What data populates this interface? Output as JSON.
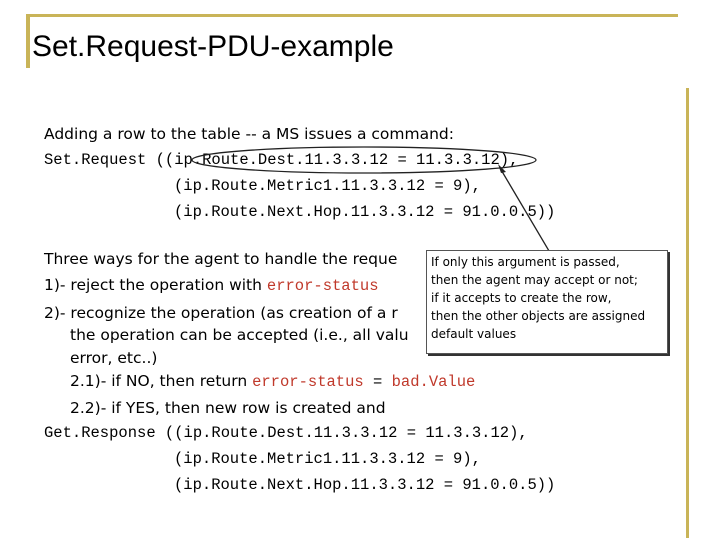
{
  "title": "Set.Request-PDU-example",
  "intro": "Adding a row to the table -- a MS issues a command:",
  "setrequest": {
    "line1": "Set.Request ((ip.Route.Dest.11.3.3.12 = 11.3.3.12),",
    "line2": "(ip.Route.Metric1.11.3.3.12 = 9),",
    "line3": "(ip.Route.Next.Hop.11.3.3.12 = 91.0.0.5))"
  },
  "body": {
    "three_ways": "Three ways for the agent to handle the reque",
    "way1_prefix": "1)- reject the operation with ",
    "way1_mono": "error-status",
    "way2": "2)- recognize the operation (as creation of a r",
    "way2b": "the operation can be accepted (i.e., all valu",
    "way2c": "error, etc..)",
    "no_prefix": "2.1)- if NO, then return ",
    "no_status": "error-status",
    "no_eq": " = ",
    "no_value": "bad.Value",
    "yes": "2.2)- if YES, then new row is created and"
  },
  "getresponse": {
    "line1": "Get.Response ((ip.Route.Dest.11.3.3.12 = 11.3.3.12),",
    "line2": "(ip.Route.Metric1.11.3.3.12 = 9),",
    "line3": "(ip.Route.Next.Hop.11.3.3.12 = 91.0.0.5))"
  },
  "tooltip": {
    "l1": "If only this argument is passed,",
    "l2": "then the agent may accept or not;",
    "l3": "if it accepts to create the row,",
    "l4": "then the other objects are assigned",
    "l5": "default values"
  },
  "colors": {
    "accent": "#c9b458",
    "status": "#c0392b"
  }
}
